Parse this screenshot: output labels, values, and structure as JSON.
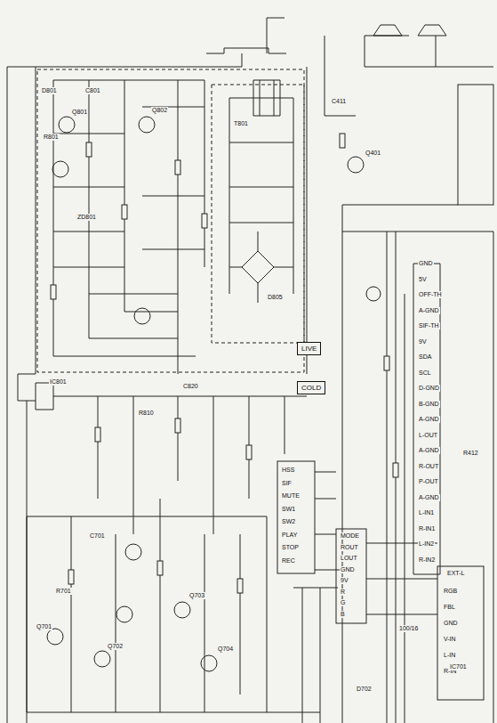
{
  "diagram": {
    "nodes": [
      {
        "text": [
          "LIVE"
        ]
      },
      {
        "text": [
          "COLD"
        ]
      }
    ],
    "labels": [
      "GND",
      "5V",
      "OFF-TH",
      "A-GND",
      "SIF-TH",
      "9V",
      "SDA",
      "SCL",
      "D-GND",
      "B-GND",
      "A-GND",
      "L-OUT",
      "A-GND",
      "R-OUT",
      "P-OUT",
      "A-GND",
      "L-IN1",
      "R-IN1",
      "L-IN2",
      "R-IN2",
      "HSS",
      "SIF",
      "MUTE",
      "SW1",
      "SW2",
      "PLAY",
      "STOP",
      "REC",
      "MODE",
      "ROUT",
      "LOUT",
      "GND",
      "9V",
      "R",
      "G",
      "B",
      "EXT-L",
      "RGB",
      "FBL",
      "GND",
      "V-IN",
      "L-IN",
      "R-IN",
      "Q801",
      "Q802",
      "D801",
      "C801",
      "R801",
      "T801",
      "IC801",
      "ZD801",
      "D805",
      "R810",
      "C820",
      "Q701",
      "Q702",
      "Q703",
      "Q704",
      "IC701",
      "C701",
      "R701",
      "D702",
      "R412",
      "C411",
      "Q401",
      "100/16"
    ]
  }
}
